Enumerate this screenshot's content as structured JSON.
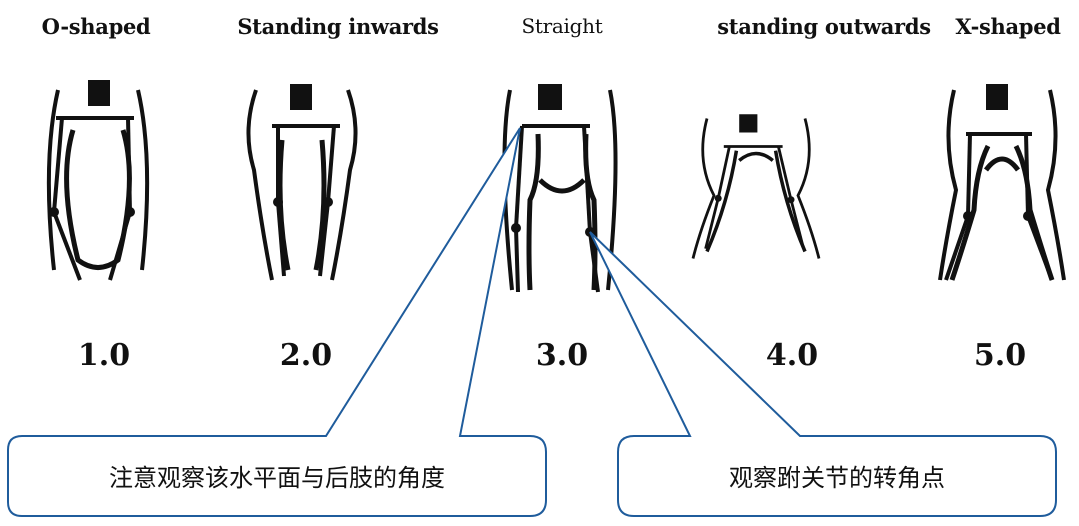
{
  "categories": [
    {
      "title": "O-shaped",
      "score": "1.0"
    },
    {
      "title": "Standing inwards",
      "score": "2.0"
    },
    {
      "title": "Straight",
      "score": "3.0"
    },
    {
      "title": "standing outwards",
      "score": "4.0"
    },
    {
      "title": "X-shaped",
      "score": "5.0"
    }
  ],
  "callouts": {
    "left": "注意观察该水平面与后肢的角度",
    "right": "观察跗关节的转角点"
  },
  "colors": {
    "callout_line": "#1f5c9c",
    "ink": "#111111"
  }
}
